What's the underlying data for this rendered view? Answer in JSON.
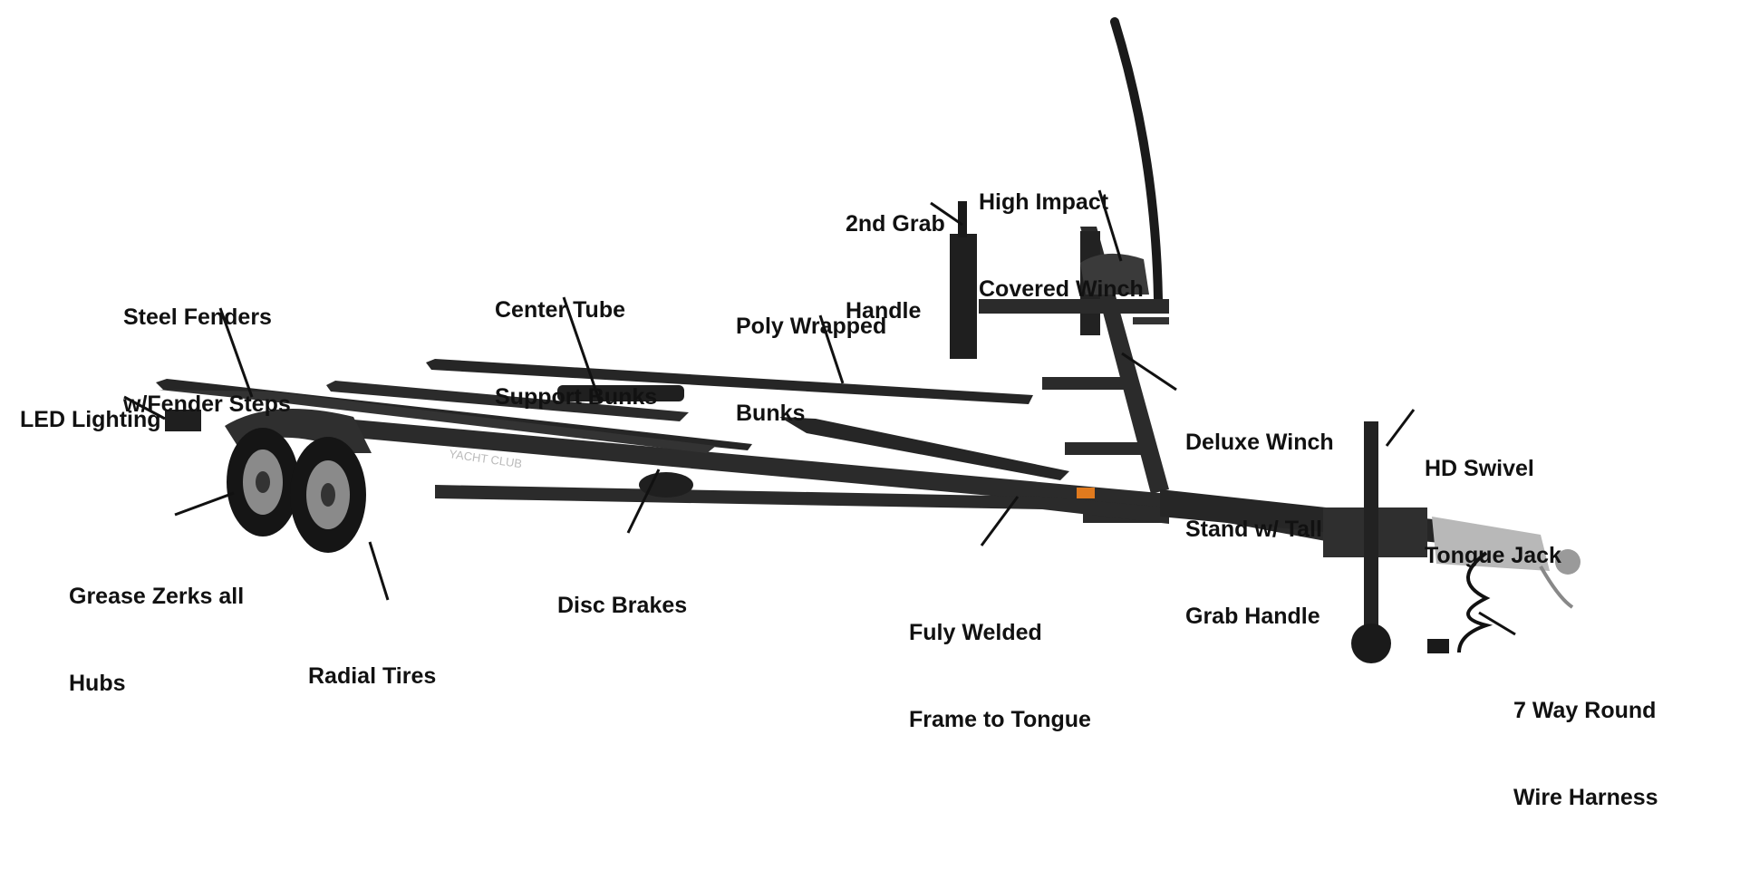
{
  "diagram": {
    "labels": [
      {
        "id": "high-impact-winch",
        "lines": [
          "High Impact",
          "Covered Winch"
        ]
      },
      {
        "id": "grab-handle-2nd",
        "lines": [
          "2nd Grab",
          "Handle"
        ]
      },
      {
        "id": "steel-fenders",
        "lines": [
          "Steel Fenders",
          "w/Fender Steps"
        ]
      },
      {
        "id": "center-tube",
        "lines": [
          "Center Tube",
          "Support Bunks"
        ]
      },
      {
        "id": "poly-wrapped",
        "lines": [
          "Poly Wrapped",
          "Bunks"
        ]
      },
      {
        "id": "led-lighting",
        "lines": [
          "LED Lighting"
        ]
      },
      {
        "id": "deluxe-winch-stand",
        "lines": [
          "Deluxe Winch",
          "Stand w/ Tall",
          "Grab Handle"
        ]
      },
      {
        "id": "hd-swivel-jack",
        "lines": [
          "HD Swivel",
          "Tongue Jack"
        ]
      },
      {
        "id": "grease-zerks",
        "lines": [
          "Grease Zerks all",
          "Hubs"
        ]
      },
      {
        "id": "disc-brakes",
        "lines": [
          "Disc Brakes"
        ]
      },
      {
        "id": "radial-tires",
        "lines": [
          "Radial Tires"
        ]
      },
      {
        "id": "fully-welded",
        "lines": [
          "Fuly Welded",
          "Frame to Tongue"
        ]
      },
      {
        "id": "wire-harness",
        "lines": [
          "7 Way Round",
          "Wire Harness"
        ]
      }
    ],
    "logo_text": "YACHT CLUB",
    "colors": {
      "frame": "#2b2b2b",
      "frame_dark": "#1a1a1a",
      "tire": "#151515",
      "rim": "#8a8a8a",
      "coupler": "#b8b8b8",
      "amber": "#e07a1e",
      "line": "#111111"
    }
  }
}
